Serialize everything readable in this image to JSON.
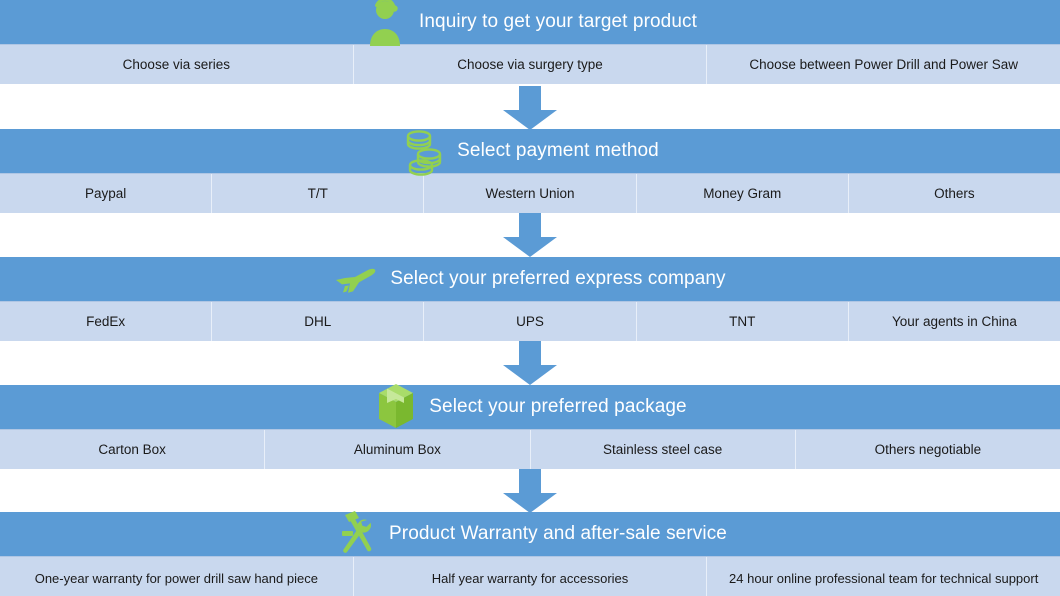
{
  "colors": {
    "header_blue": "#5B9BD5",
    "options_blue": "#C9D8EE",
    "icon_green": "#92D050",
    "title_text": "#FFFFFF",
    "option_text": "#1A1A1A",
    "arrow_blue": "#5B9BD5",
    "divider": "#E8EFF9"
  },
  "flow": {
    "stages": [
      {
        "id": "inquiry",
        "title": "Inquiry to get your target product",
        "icon": "customer-service-person-icon",
        "options": [
          "Choose via series",
          "Choose via surgery type",
          "Choose  between Power Drill and Power Saw"
        ]
      },
      {
        "id": "payment",
        "title": "Select payment method",
        "icon": "coin-stacks-icon",
        "options": [
          "Paypal",
          "T/T",
          "Western Union",
          "Money Gram",
          "Others"
        ]
      },
      {
        "id": "express",
        "title": "Select your preferred express company",
        "icon": "airplane-icon",
        "options": [
          "FedEx",
          "DHL",
          "UPS",
          "TNT",
          "Your agents in China"
        ]
      },
      {
        "id": "package",
        "title": "Select your preferred package",
        "icon": "package-box-icon",
        "options": [
          "Carton Box",
          "Aluminum Box",
          "Stainless steel case",
          "Others negotiable"
        ]
      },
      {
        "id": "warranty",
        "title": "Product Warranty and after-sale service",
        "icon": "hammer-wrench-tools-icon",
        "options": [
          "One-year warranty for power drill saw hand piece",
          "Half year warranty for accessories",
          "24 hour online professional team for technical support"
        ]
      }
    ],
    "connectors": [
      {
        "id": "connector-1",
        "direction": "down"
      },
      {
        "id": "connector-2",
        "direction": "down"
      },
      {
        "id": "connector-3",
        "direction": "down"
      },
      {
        "id": "connector-4",
        "direction": "down"
      }
    ]
  }
}
